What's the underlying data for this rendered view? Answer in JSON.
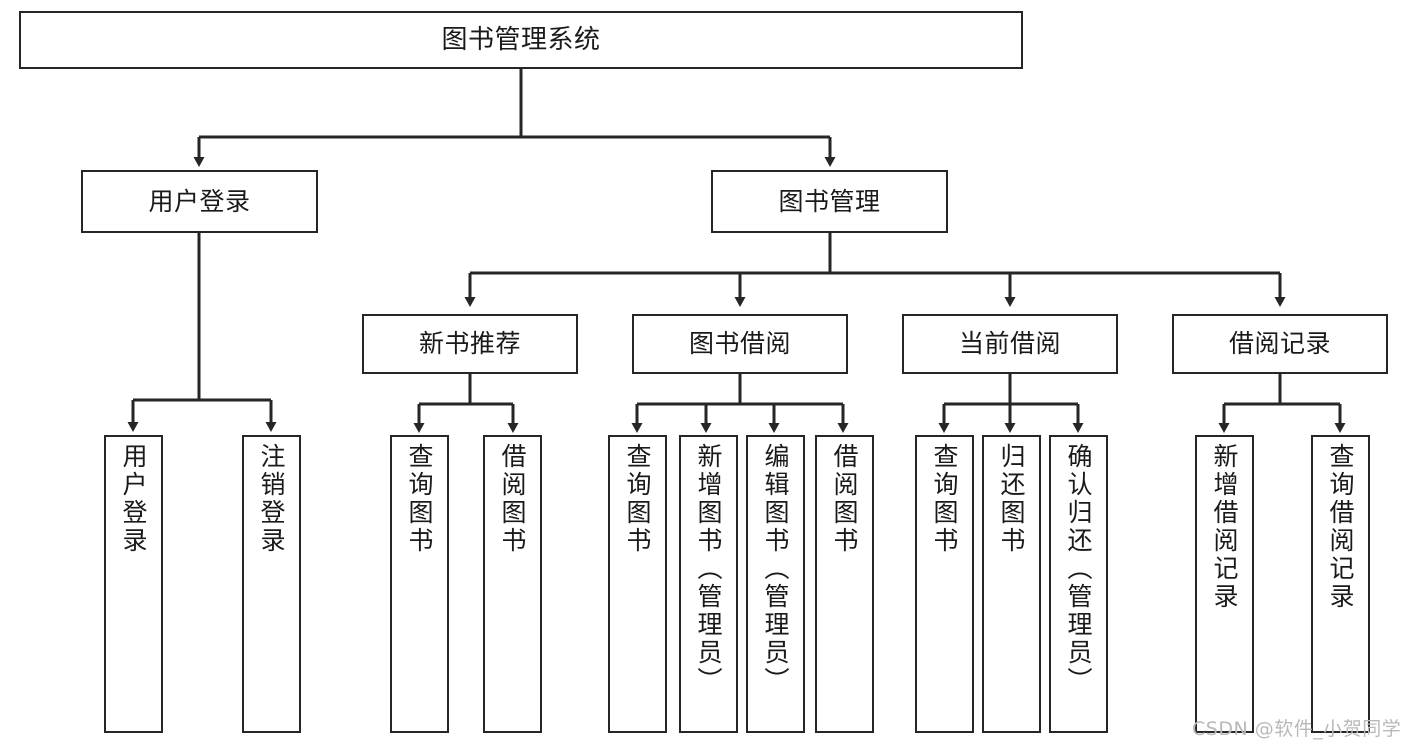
{
  "diagram": {
    "title": "图书管理系统",
    "type": "tree",
    "watermark": "CSDN @软件_小贺同学",
    "colors": {
      "stroke": "#262626",
      "fill": "#ffffff",
      "text": "#1a1a1a",
      "watermark": "#b9b9b9"
    },
    "levels": {
      "root": {
        "label": "图书管理系统"
      },
      "level2": [
        {
          "label": "用户登录"
        },
        {
          "label": "图书管理"
        }
      ],
      "level3": [
        {
          "label": "新书推荐"
        },
        {
          "label": "图书借阅"
        },
        {
          "label": "当前借阅"
        },
        {
          "label": "借阅记录"
        }
      ],
      "leaves": {
        "user_login": [
          {
            "label": "用户登录"
          },
          {
            "label": "注销登录"
          }
        ],
        "new_book_recommend": [
          {
            "label": "查询图书"
          },
          {
            "label": "借阅图书"
          }
        ],
        "book_borrow": [
          {
            "label": "查询图书"
          },
          {
            "label": "新增图书（管理员）"
          },
          {
            "label": "编辑图书（管理员）"
          },
          {
            "label": "借阅图书"
          }
        ],
        "current_borrow": [
          {
            "label": "查询图书"
          },
          {
            "label": "归还图书"
          },
          {
            "label": "确认归还（管理员）"
          }
        ],
        "borrow_record": [
          {
            "label": "新增借阅记录"
          },
          {
            "label": "查询借阅记录"
          }
        ]
      }
    }
  }
}
